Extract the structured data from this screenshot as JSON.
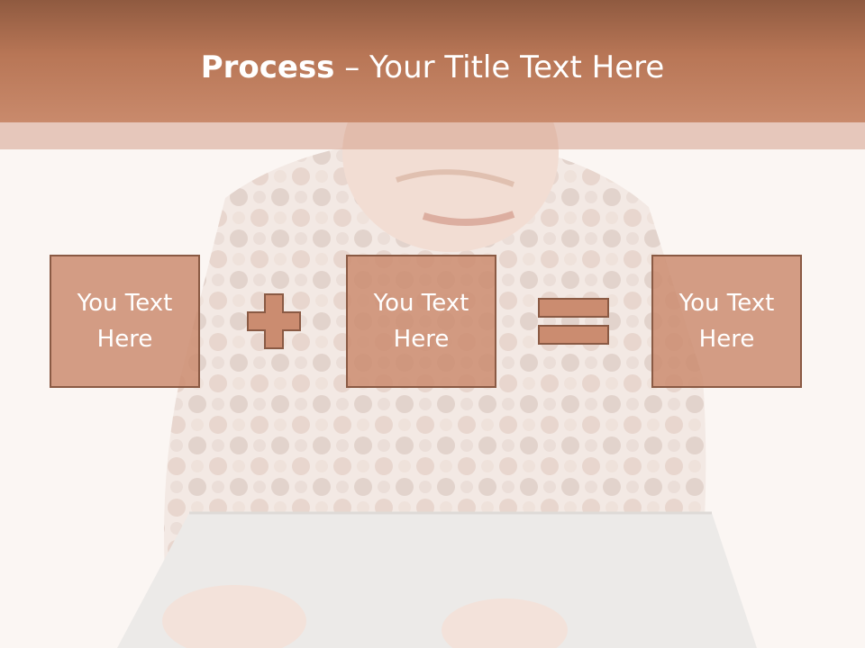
{
  "slide": {
    "title_bold": "Process",
    "title_rest": " – Your Title Text Here"
  },
  "process": {
    "boxes": [
      {
        "label": "You Text Here"
      },
      {
        "label": "You Text Here"
      },
      {
        "label": "You Text Here"
      }
    ],
    "operators": [
      "plus-icon",
      "equals-icon"
    ]
  },
  "colors": {
    "header": "#b87656",
    "box_fill": "#cb8c70",
    "box_border": "#8a5a44"
  }
}
